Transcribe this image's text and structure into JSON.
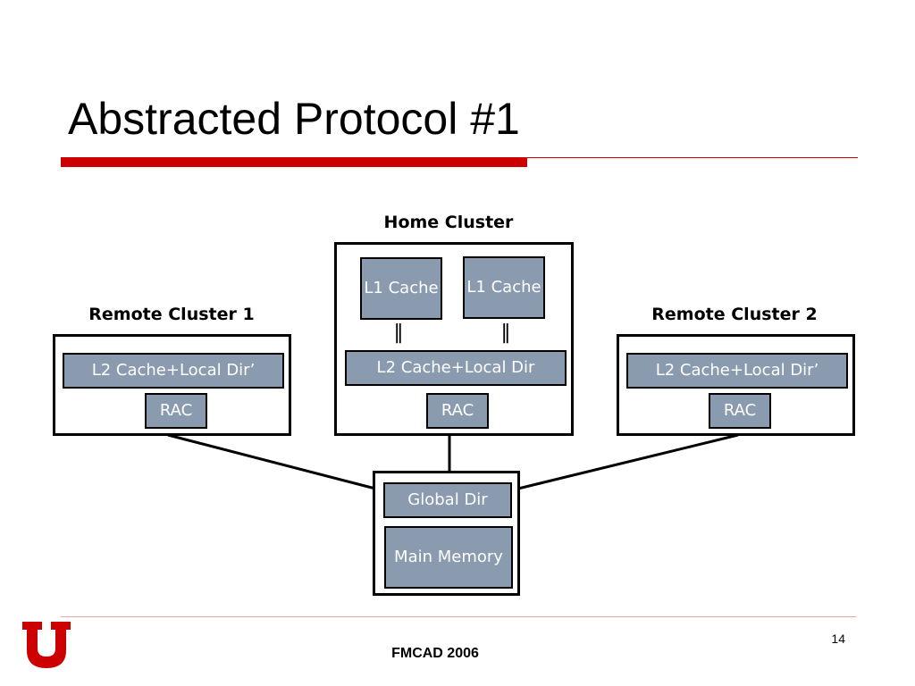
{
  "slide": {
    "title": "Abstracted Protocol #1",
    "footer": "FMCAD 2006",
    "page_number": "14"
  },
  "colors": {
    "accent_red": "#cc0000",
    "node_fill": "#8a9bb0",
    "border": "#000000"
  },
  "icons": {
    "logo": "university-of-utah-u-logo"
  },
  "diagram": {
    "home_cluster": {
      "label": "Home Cluster",
      "l1_cache_left": "L1 Cache",
      "l1_cache_right": "L1 Cache",
      "bus_left": "‖",
      "bus_right": "‖",
      "l2": "L2 Cache+Local Dir",
      "rac": "RAC"
    },
    "remote_cluster_1": {
      "label": "Remote Cluster 1",
      "l2": "L2 Cache+Local Dir’",
      "rac": "RAC"
    },
    "remote_cluster_2": {
      "label": "Remote Cluster 2",
      "l2": "L2 Cache+Local Dir’",
      "rac": "RAC"
    },
    "memory_node": {
      "global_dir": "Global Dir",
      "main_memory": "Main Memory"
    }
  }
}
